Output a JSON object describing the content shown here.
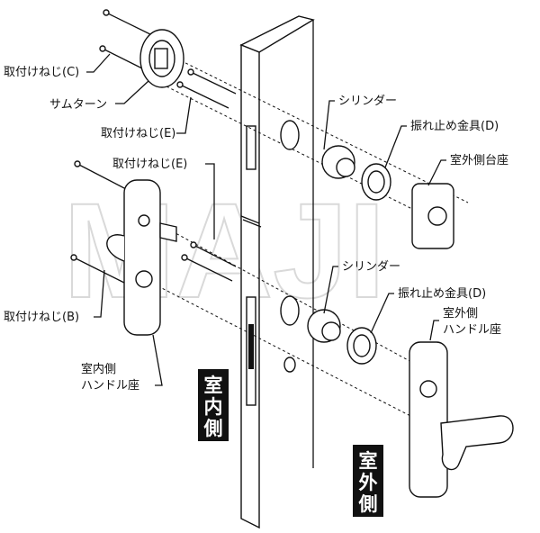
{
  "watermark": "MAJI",
  "labels": {
    "screw_c": "取付けねじ(C)",
    "thumbturn": "サムターン",
    "screw_e_top": "取付けねじ(E)",
    "screw_e_mid": "取付けねじ(E)",
    "screw_b": "取付けねじ(B)",
    "cylinder_top": "シリンダー",
    "anti_rotation_top": "振れ止め金具(D)",
    "outdoor_base": "室外側台座",
    "cylinder_bottom": "シリンダー",
    "anti_rotation_bottom": "振れ止め金具(D)",
    "outdoor_handle_base_l1": "室外側",
    "outdoor_handle_base_l2": "ハンドル座",
    "indoor_handle_base_l1": "室内側",
    "indoor_handle_base_l2": "ハンドル座"
  },
  "side_labels": {
    "indoor": [
      "室",
      "内",
      "側"
    ],
    "outdoor": [
      "室",
      "外",
      "側"
    ]
  }
}
